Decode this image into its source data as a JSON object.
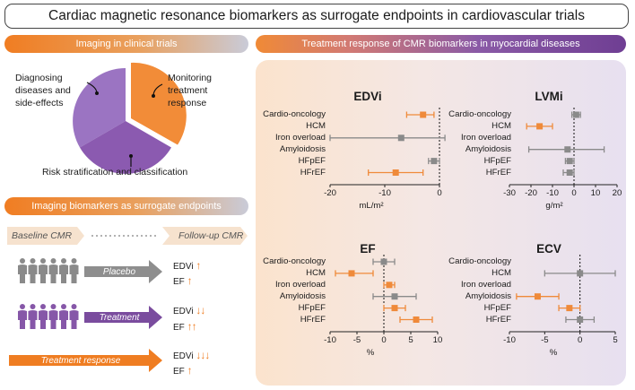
{
  "header": {
    "title": "Cardiac magnetic resonance biomarkers as surrogate endpoints in cardiovascular trials"
  },
  "left_top": {
    "banner": "Imaging in clinical trials",
    "pie_labels": {
      "diagnosing": "Diagnosing\ndiseases and\nside-effects",
      "monitoring": "Monitoring\ntreatment\nresponse",
      "risk": "Risk stratification and classification"
    }
  },
  "left_bottom": {
    "banner": "Imaging biomarkers as surrogate endpoints",
    "baseline": "Baseline CMR",
    "followup": "Follow-up CMR",
    "rows": [
      {
        "arrow_label": "Placebo",
        "edvi": "EDVi",
        "edvi_arrows": "↑",
        "ef": "EF",
        "ef_arrows": "↑"
      },
      {
        "arrow_label": "Treatment",
        "edvi": "EDVi",
        "edvi_arrows": "↓↓",
        "ef": "EF",
        "ef_arrows": "↑↑"
      },
      {
        "arrow_label": "Treatment response",
        "edvi": "EDVi",
        "edvi_arrows": "↓↓↓",
        "ef": "EF",
        "ef_arrows": "↑"
      }
    ]
  },
  "right": {
    "banner": "Treatment response of CMR biomarkers in myocardial diseases"
  },
  "colors": {
    "orange": "#ef8a3a",
    "gray": "#8a8a8a",
    "purple": "#8657a8"
  },
  "chart_data": [
    {
      "type": "forest",
      "title": "EDVi",
      "xlabel": "mL/m²",
      "xlim": [
        -20,
        0
      ],
      "xticks": [
        -20,
        -10,
        0
      ],
      "categories": [
        "Cardio-oncology",
        "HCM",
        "Iron overload",
        "Amyloidosis",
        "HFpEF",
        "HFrEF"
      ],
      "points": [
        {
          "mean": -3,
          "lo": -6,
          "hi": -1,
          "color": "orange"
        },
        null,
        {
          "mean": -7,
          "lo": -20,
          "hi": 1,
          "color": "gray"
        },
        null,
        {
          "mean": -1,
          "lo": -2,
          "hi": 0,
          "color": "gray"
        },
        {
          "mean": -8,
          "lo": -13,
          "hi": -3,
          "color": "orange"
        }
      ]
    },
    {
      "type": "forest",
      "title": "LVMi",
      "xlabel": "g/m²",
      "xlim": [
        -30,
        20
      ],
      "xticks": [
        -30,
        -20,
        -10,
        0,
        10,
        20
      ],
      "categories": [
        "Cardio-oncology",
        "HCM",
        "Iron overload",
        "Amyloidosis",
        "HFpEF",
        "HFrEF"
      ],
      "points": [
        {
          "mean": 1,
          "lo": -1,
          "hi": 3,
          "color": "gray"
        },
        {
          "mean": -16,
          "lo": -22,
          "hi": -10,
          "color": "orange"
        },
        null,
        {
          "mean": -3,
          "lo": -21,
          "hi": 14,
          "color": "gray"
        },
        {
          "mean": -2,
          "lo": -4,
          "hi": 0,
          "color": "gray"
        },
        {
          "mean": -2,
          "lo": -5,
          "hi": 0,
          "color": "gray"
        }
      ]
    },
    {
      "type": "forest",
      "title": "EF",
      "xlabel": "%",
      "xlim": [
        -10,
        10
      ],
      "xticks": [
        -10,
        -5,
        0,
        5,
        10
      ],
      "categories": [
        "Cardio-oncology",
        "HCM",
        "Iron overload",
        "Amyloidosis",
        "HFpEF",
        "HFrEF"
      ],
      "points": [
        {
          "mean": 0,
          "lo": -2,
          "hi": 2,
          "color": "gray"
        },
        {
          "mean": -6,
          "lo": -9,
          "hi": -2,
          "color": "orange"
        },
        {
          "mean": 1,
          "lo": 0,
          "hi": 2,
          "color": "orange"
        },
        {
          "mean": 2,
          "lo": -2,
          "hi": 6,
          "color": "gray"
        },
        {
          "mean": 2,
          "lo": 0,
          "hi": 4,
          "color": "orange"
        },
        {
          "mean": 6,
          "lo": 3,
          "hi": 9,
          "color": "orange"
        }
      ]
    },
    {
      "type": "forest",
      "title": "ECV",
      "xlabel": "%",
      "xlim": [
        -10,
        5
      ],
      "xticks": [
        -10,
        -5,
        0,
        5
      ],
      "categories": [
        "Cardio-oncology",
        "HCM",
        "Iron overload",
        "Amyloidosis",
        "HFpEF",
        "HFrEF"
      ],
      "points": [
        null,
        {
          "mean": 0,
          "lo": -5,
          "hi": 5,
          "color": "gray"
        },
        null,
        {
          "mean": -6,
          "lo": -9,
          "hi": -3,
          "color": "orange"
        },
        {
          "mean": -1.5,
          "lo": -3,
          "hi": 0,
          "color": "orange"
        },
        {
          "mean": 0,
          "lo": -2,
          "hi": 2,
          "color": "gray"
        }
      ]
    }
  ]
}
